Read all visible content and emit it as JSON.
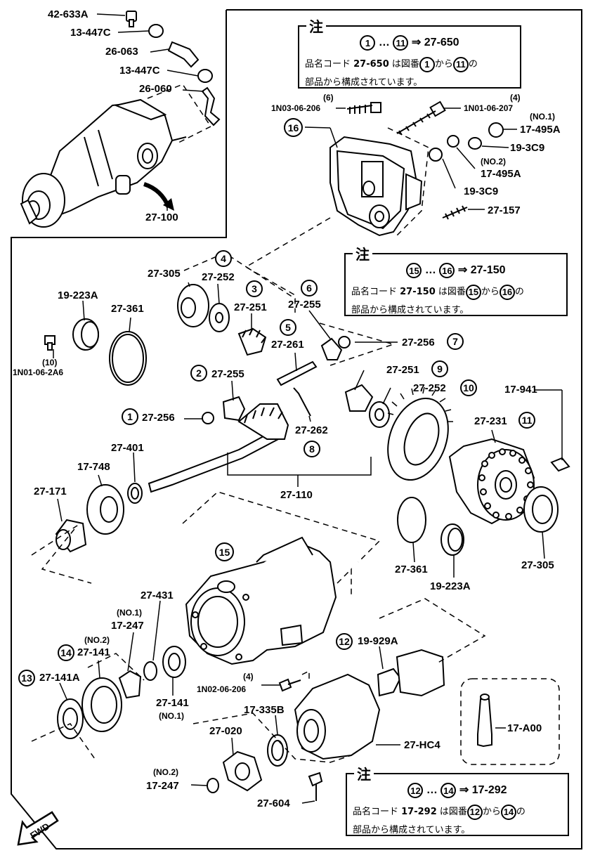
{
  "labels": {
    "p42633a": "42-633A",
    "p13447c_1": "13-447C",
    "p26063": "26-063",
    "p13447c_2": "13-447C",
    "p26060": "26-060",
    "p27100": "27-100",
    "p1n03": "1N03-06-206",
    "p1n03_qty": "(6)",
    "p1n01_207": "1N01-06-207",
    "p1n01_207_qty": "(4)",
    "p17495a_1": "17-495A",
    "p17495a_1_no": "(NO.1)",
    "p193c9_1": "19-3C9",
    "p17495a_2": "17-495A",
    "p17495a_2_no": "(NO.2)",
    "p193c9_2": "19-3C9",
    "p27157": "27-157",
    "p27305_a": "27-305",
    "p27252_a": "27-252",
    "p27251_a": "27-251",
    "p27255_a": "27-255",
    "p19223a_a": "19-223A",
    "p27361_a": "27-361",
    "p27256_a": "27-256",
    "p27261": "27-261",
    "p1n01_2a6": "1N01-06-2A6",
    "p1n01_2a6_qty": "(10)",
    "p27255_b": "27-255",
    "p27251_b": "27-251",
    "p27252_b": "27-252",
    "p17941": "17-941",
    "p27256_b": "27-256",
    "p27262": "27-262",
    "p27231": "27-231",
    "p27401": "27-401",
    "p17748": "17-748",
    "p27171": "27-171",
    "p27110": "27-110",
    "p27361_b": "27-361",
    "p19223a_b": "19-223A",
    "p27305_b": "27-305",
    "p27431": "27-431",
    "p17247_1": "17-247",
    "p17247_1_no": "(NO.1)",
    "p27141_2": "27-141",
    "p27141_2_no": "(NO.2)",
    "p27141a": "27-141A",
    "p27141_1": "27-141",
    "p27141_1_no": "(NO.1)",
    "p19929a": "19-929A",
    "p1n02": "1N02-06-206",
    "p1n02_qty": "(4)",
    "p17335b": "17-335B",
    "p27020": "27-020",
    "p27hc4": "27-HC4",
    "p17a00": "17-A00",
    "p17247_2": "17-247",
    "p17247_2_no": "(NO.2)",
    "p27604": "27-604",
    "fwd": "FWD"
  },
  "refs": {
    "r1": "1",
    "r2": "2",
    "r3": "3",
    "r4": "4",
    "r5": "5",
    "r6": "6",
    "r7": "7",
    "r8": "8",
    "r9": "9",
    "r10": "10",
    "r11": "11",
    "r12": "12",
    "r13": "13",
    "r14": "14",
    "r15": "15",
    "r16": "16"
  },
  "notes": [
    {
      "header": "注",
      "from": "1",
      "dots": "…",
      "to": "11",
      "arrow": "⇒",
      "code": "27-650",
      "l2a": "品名コード ",
      "l2code": "27-650",
      "l2b": " は図番",
      "l2from": "1",
      "l2c": "から",
      "l2to": "11",
      "l2d": "の",
      "l3": "部品から構成されています。"
    },
    {
      "header": "注",
      "from": "15",
      "dots": "…",
      "to": "16",
      "arrow": "⇒",
      "code": "27-150",
      "l2a": "品名コード ",
      "l2code": "27-150",
      "l2b": " は図番",
      "l2from": "15",
      "l2c": "から",
      "l2to": "16",
      "l2d": "の",
      "l3": "部品から構成されています。"
    },
    {
      "header": "注",
      "from": "12",
      "dots": "…",
      "to": "14",
      "arrow": "⇒",
      "code": "17-292",
      "l2a": "品名コード ",
      "l2code": "17-292",
      "l2b": " は図番",
      "l2from": "12",
      "l2c": "から",
      "l2to": "14",
      "l2d": "の",
      "l3": "部品から構成されています。"
    }
  ]
}
